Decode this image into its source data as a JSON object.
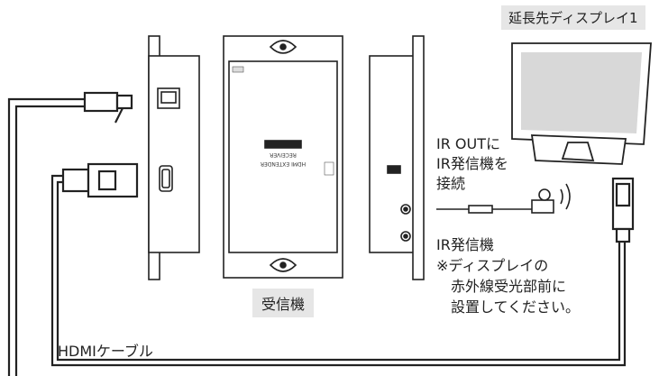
{
  "display_label": "延長先ディスプレイ1",
  "receiver_label": "受信機",
  "ir_out_note": [
    "IR OUTに",
    "IR発信機を",
    "接続"
  ],
  "ir_emitter_note": [
    "IR発信機",
    "※ディスプレイの",
    "赤外線受光部前に",
    "設置してください。"
  ],
  "cable_label": "HDMIケーブル",
  "device_front_printed": [
    "RECEIVER",
    "HDMI EXTENDER"
  ]
}
